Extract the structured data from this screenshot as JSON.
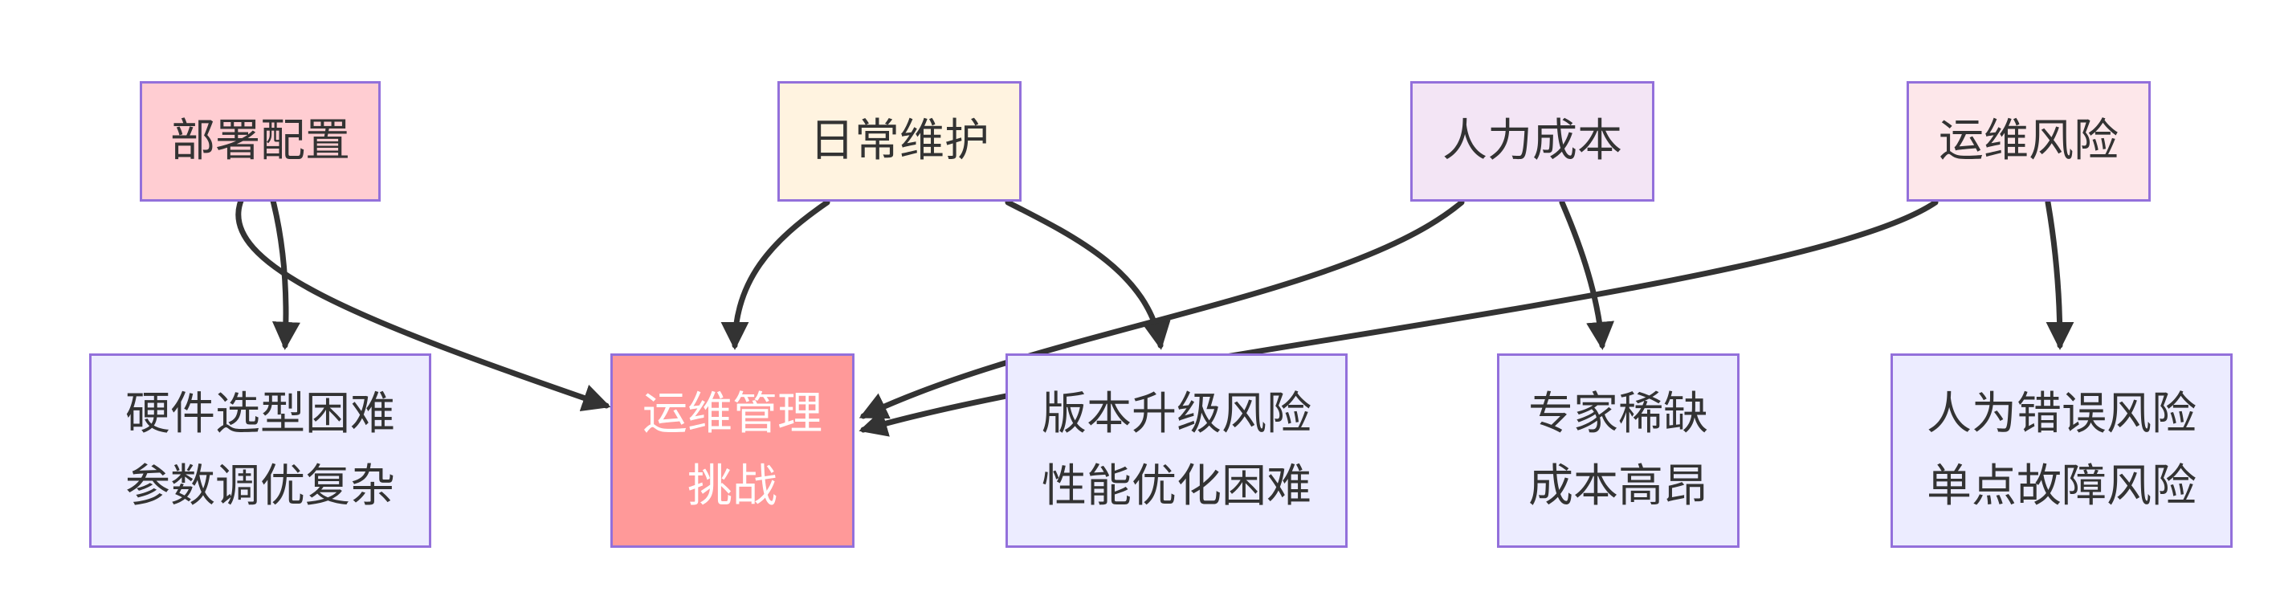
{
  "nodes": {
    "deploy": {
      "lines": [
        "部署配置"
      ],
      "fill": "#ffcdd2"
    },
    "maint": {
      "lines": [
        "日常维护"
      ],
      "fill": "#fff3e0"
    },
    "labor": {
      "lines": [
        "人力成本"
      ],
      "fill": "#f3e5f5"
    },
    "risk": {
      "lines": [
        "运维风险"
      ],
      "fill": "#fde7ea"
    },
    "hardware": {
      "lines": [
        "硬件选型困难",
        "参数调优复杂"
      ],
      "fill": "#ececff"
    },
    "challenge": {
      "lines": [
        "运维管理",
        "挑战"
      ],
      "fill": "#ff9999",
      "text_color": "#ffffff"
    },
    "upgrade": {
      "lines": [
        "版本升级风险",
        "性能优化困难"
      ],
      "fill": "#ececff"
    },
    "expert": {
      "lines": [
        "专家稀缺",
        "成本高昂"
      ],
      "fill": "#ececff"
    },
    "human": {
      "lines": [
        "人为错误风险",
        "单点故障风险"
      ],
      "fill": "#ececff"
    }
  },
  "edges": [
    {
      "from": "deploy",
      "to": "hardware"
    },
    {
      "from": "deploy",
      "to": "challenge"
    },
    {
      "from": "maint",
      "to": "challenge"
    },
    {
      "from": "maint",
      "to": "upgrade"
    },
    {
      "from": "labor",
      "to": "challenge"
    },
    {
      "from": "labor",
      "to": "expert"
    },
    {
      "from": "risk",
      "to": "challenge"
    },
    {
      "from": "risk",
      "to": "human"
    }
  ],
  "colors": {
    "edge": "#333333",
    "border": "#9370db",
    "text": "#333333"
  }
}
